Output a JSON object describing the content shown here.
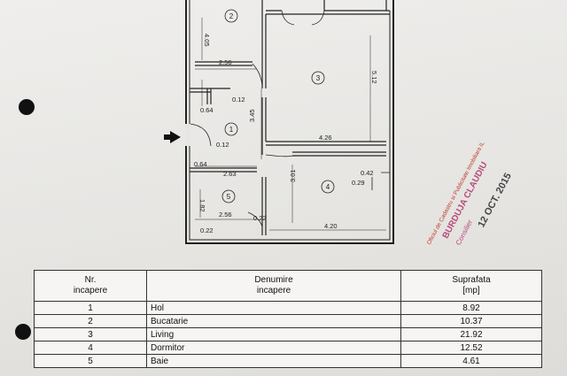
{
  "plan": {
    "rooms": [
      {
        "no": "1"
      },
      {
        "no": "2"
      },
      {
        "no": "3"
      },
      {
        "no": "4"
      },
      {
        "no": "5"
      }
    ],
    "dimensions": {
      "d405": "4.05",
      "d256a": "2.56",
      "d012a": "0.12",
      "d064a": "0.64",
      "d345": "3.45",
      "d012b": "0.12",
      "d064b": "0.64",
      "d263": "2.63",
      "d182": "1.82",
      "d256b": "2.56",
      "d022a": "0.22",
      "d022b": "0.22",
      "d512": "5.12",
      "d426": "4.26",
      "d042": "0.42",
      "d029": "0.29",
      "d301": "3.01",
      "d420": "4.20"
    }
  },
  "stamp": {
    "line1": "Oficiul de Cadastru si Publicitate Imobiliara IL",
    "name": "BURDUJA CLAUDIU",
    "role": "Consilier",
    "date": "12 OCT. 2015"
  },
  "table": {
    "headers": {
      "nr_line1": "Nr.",
      "nr_line2": "incapere",
      "name_line1": "Denumire",
      "name_line2": "incapere",
      "area_line1": "Suprafata",
      "area_line2": "[mp]"
    },
    "rows": [
      {
        "nr": "1",
        "name": "Hol",
        "area": "8.92"
      },
      {
        "nr": "2",
        "name": "Bucatarie",
        "area": "10.37"
      },
      {
        "nr": "3",
        "name": "Living",
        "area": "21.92"
      },
      {
        "nr": "4",
        "name": "Dormitor",
        "area": "12.52"
      },
      {
        "nr": "5",
        "name": "Baie",
        "area": "4.61"
      }
    ]
  }
}
